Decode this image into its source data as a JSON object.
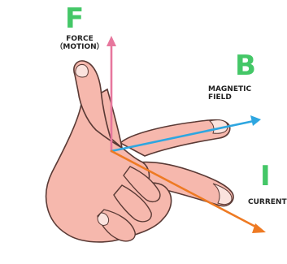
{
  "letters": {
    "force": "F",
    "field": "B",
    "current": "I"
  },
  "labels": {
    "force_line1": "FORCE",
    "force_line2": "（MOTION）",
    "field_line1": "MAGNETIC",
    "field_line2": "FIELD",
    "current": "CURRENT"
  },
  "colors": {
    "force": "#44c767",
    "field": "#44c767",
    "current": "#44c767",
    "force_arrow": "#e7779d",
    "field_arrow": "#2ea6e0",
    "current_arrow": "#ee7a23",
    "skin": "#f6b8ad",
    "skin_outline": "#5a3a35",
    "nail": "#fbe3de"
  }
}
